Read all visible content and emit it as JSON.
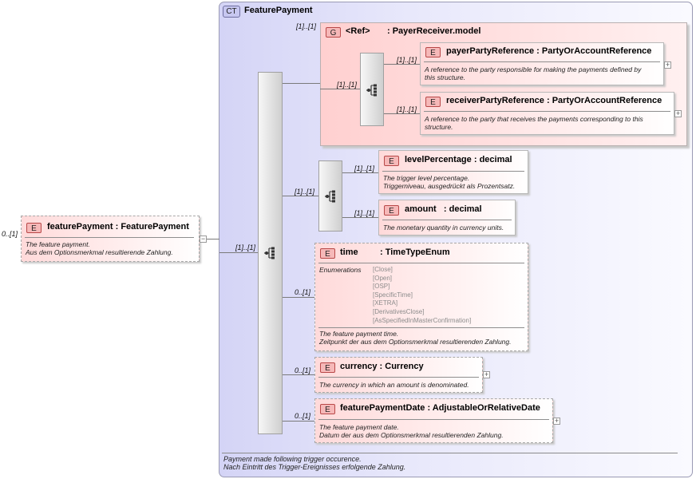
{
  "complex_type": {
    "badge": "CT",
    "title": "FeaturePayment",
    "doc_lines": [
      "Payment made following trigger occurence.",
      "Nach Eintritt des Trigger-Ereignisses erfolgende Zahlung."
    ]
  },
  "root": {
    "badge": "E",
    "name": "featurePayment",
    "type": ": FeaturePayment",
    "cardinality": "0..[1]",
    "doc_lines": [
      "The feature payment.",
      "Aus dem Optionsmerkmal resultierende Zahlung."
    ],
    "expander": "−"
  },
  "main_sequence_card": "[1]..[1]",
  "group": {
    "badge": "G",
    "ref": "<Ref>",
    "name": ": PayerReceiver.model",
    "cardinality": "[1]..[1]",
    "inner_sequence_card": "[1]..[1]",
    "elements": [
      {
        "badge": "E",
        "name": "payerPartyReference",
        "type": ": PartyOrAccountReference",
        "cardinality": "[1]..[1]",
        "doc_lines": [
          "A reference to the party responsible for making the payments defined by",
          "this structure."
        ],
        "expander": "+"
      },
      {
        "badge": "E",
        "name": "receiverPartyReference",
        "type": ": PartyOrAccountReference",
        "cardinality": "[1]..[1]",
        "doc_lines": [
          "A reference to the party that receives the payments corresponding to this",
          "structure."
        ],
        "expander": "+"
      }
    ]
  },
  "sub_sequence": {
    "cardinality": "[1]..[1]",
    "elements": [
      {
        "badge": "E",
        "name": "levelPercentage",
        "type": ": decimal",
        "cardinality": "[1]..[1]",
        "doc_lines": [
          "The trigger level percentage.",
          "Triggerniveau, ausgedrückt als Prozentsatz."
        ]
      },
      {
        "badge": "E",
        "name": "amount",
        "type": ": decimal",
        "cardinality": "[1]..[1]",
        "doc_lines": [
          "The monetary quantity in currency units."
        ]
      }
    ]
  },
  "time_element": {
    "badge": "E",
    "name": "time",
    "type": ": TimeTypeEnum",
    "cardinality": "0..[1]",
    "enum_label": "Enumerations",
    "enumerations": [
      "[Close]",
      "[Open]",
      "[OSP]",
      "[SpecificTime]",
      "[XETRA]",
      "[DerivativesClose]",
      "[AsSpecifiedInMasterConfirmation]"
    ],
    "doc_lines": [
      "The feature payment time.",
      "Zeitpunkt der aus dem Optionsmerkmal resultierenden Zahlung."
    ]
  },
  "currency_element": {
    "badge": "E",
    "name": "currency",
    "type": ": Currency",
    "cardinality": "0..[1]",
    "doc_lines": [
      "The currency in which an amount is denominated."
    ],
    "expander": "+"
  },
  "date_element": {
    "badge": "E",
    "name": "featurePaymentDate",
    "type": ": AdjustableOrRelativeDate",
    "cardinality": "0..[1]",
    "doc_lines": [
      "The feature payment date.",
      "Datum der aus dem Optionsmerkmal resultierenden Zahlung."
    ],
    "expander": "+"
  },
  "colors": {
    "complex_type_fill": "#d4d4f6",
    "element_fill": "#ffdada",
    "badge_fill": "#f6b8b8",
    "connector": "#7a7a7a"
  },
  "icons": {
    "sequence": "sequence-compositor-icon",
    "expand": "plus-icon",
    "collapse": "minus-icon"
  }
}
